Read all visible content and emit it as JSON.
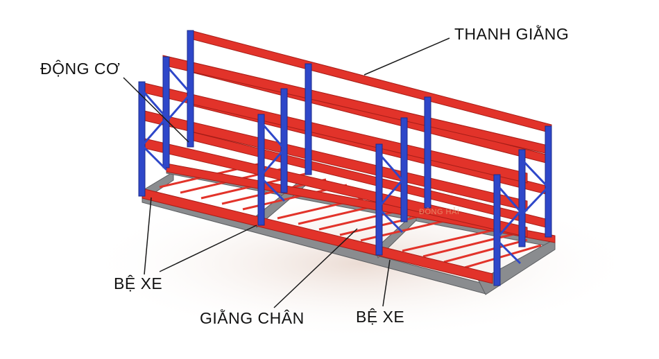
{
  "labels": {
    "thanh_giang": "THANH GIẰNG",
    "dong_co": "ĐỘNG CƠ",
    "be_xe_left": "BỆ XE",
    "giang_chan": "GIẰNG CHÂN",
    "be_xe_right": "BỆ XE"
  },
  "watermark": "ĐÔNG HẢI",
  "colors": {
    "beam": "#e2332a",
    "beam_dark": "#a61d17",
    "upright": "#2e47c9",
    "upright_dark": "#1c2b8a",
    "base": "#8a8c8f",
    "leader": "#1a1a1a"
  }
}
